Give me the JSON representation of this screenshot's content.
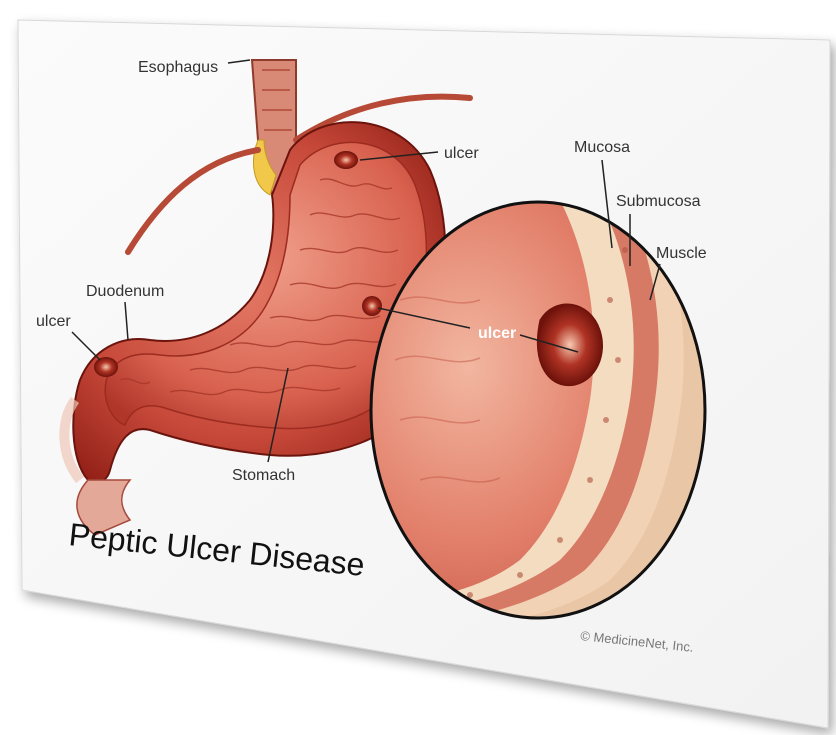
{
  "labels": {
    "esophagus": "Esophagus",
    "ulcer_top": "ulcer",
    "duodenum": "Duodenum",
    "ulcer_left": "ulcer",
    "stomach": "Stomach",
    "ulcer_center": "ulcer",
    "mucosa": "Mucosa",
    "submucosa": "Submucosa",
    "muscle": "Muscle"
  },
  "title": "Peptic Ulcer Disease",
  "credit": "© MedicineNet, Inc.",
  "colors": {
    "tissue_dark": "#8e1d14",
    "tissue_mid": "#c7493a",
    "tissue_light": "#f0b9a0",
    "mucosa_layer": "#f3dcc0",
    "fat_yellow": "#f2c84b",
    "background": "#ffffff"
  }
}
